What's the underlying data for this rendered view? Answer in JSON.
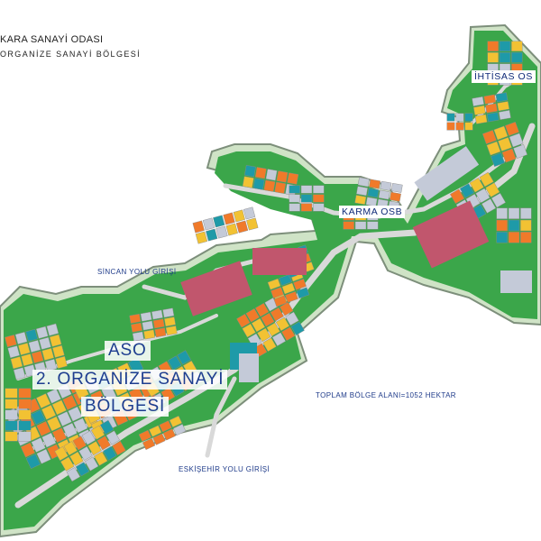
{
  "header": {
    "line1": "KARA SANAYİ ODASI",
    "line2": "ORGANİZE  SANAYİ  BÖLGESİ"
  },
  "labels": {
    "ihtisas": "İHTİSAS OS",
    "karma": "KARMA OSB",
    "aso1": "ASO",
    "aso2": "2. ORGANİZE SANAYİ",
    "aso3": "BÖLGESİ",
    "sincan": "SİNCAN  YOLU GİRİŞİ",
    "eskisehir": "ESKİŞEHİR  YOLU GİRİŞİ",
    "toplam": "TOPLAM BÖLGE ALANI=1052 HEKTAR"
  },
  "colors": {
    "background": "#ffffff",
    "green_area": "#3ba64a",
    "road": "#d9d9d9",
    "orange_plot": "#f07a2a",
    "yellow_plot": "#f2c233",
    "teal_plot": "#1e9aa8",
    "grey_plot": "#c4cad8",
    "pink_plot": "#c1566d",
    "label_blue": "#1d3d8f"
  }
}
